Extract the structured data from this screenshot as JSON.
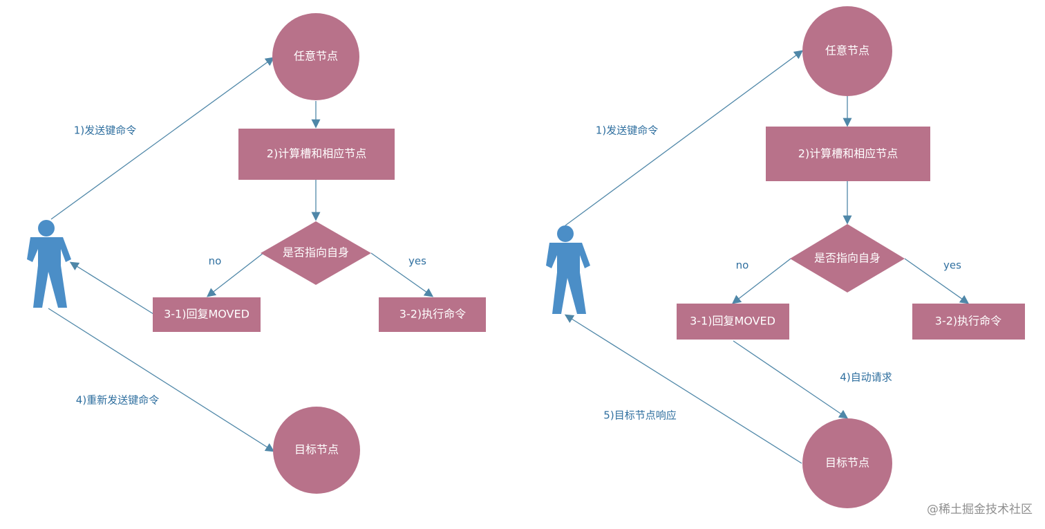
{
  "diagram": {
    "colors": {
      "node_fill": "#b8728a",
      "edge_stroke": "#4f87a8",
      "edge_label": "#2f6f9f",
      "person_fill": "#4b8ec7",
      "watermark": "#8f8f8f"
    },
    "left": {
      "start_node": "任意节点",
      "compute_node": "2)计算槽和相应节点",
      "decision_node": "是否指向自身",
      "moved_node": "3-1)回复MOVED",
      "execute_node": "3-2)执行命令",
      "target_node": "目标节点",
      "send_label": "1)发送键命令",
      "no_label": "no",
      "yes_label": "yes",
      "resend_label": "4)重新发送键命令"
    },
    "right": {
      "start_node": "任意节点",
      "compute_node": "2)计算槽和相应节点",
      "decision_node": "是否指向自身",
      "moved_node": "3-1)回复MOVED",
      "execute_node": "3-2)执行命令",
      "target_node": "目标节点",
      "send_label": "1)发送键命令",
      "no_label": "no",
      "yes_label": "yes",
      "auto_request_label": "4)自动请求",
      "response_label": "5)目标节点响应"
    },
    "watermark": "@稀土掘金技术社区"
  }
}
